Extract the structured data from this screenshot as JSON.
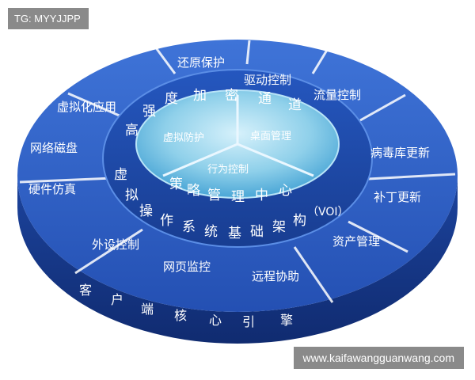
{
  "watermark": "TG: MYYJJPP",
  "url_badge": "www.kaifawangguanwang.com",
  "outer_segments": {
    "restore": "还原保护",
    "driver": "驱动控制",
    "traffic": "流量控制",
    "virus": "病毒库更新",
    "patch": "补丁更新",
    "asset": "资产管理",
    "remote": "远程协助",
    "web": "网页监控",
    "peripheral": "外设控制",
    "hardware": "硬件仿真",
    "netdisk": "网络磁盘",
    "vapp": "虚拟化应用"
  },
  "middle_ring": {
    "top": [
      "高",
      "强",
      "度",
      "加",
      "密",
      "通",
      "道"
    ],
    "policy": [
      "策",
      "略",
      "管",
      "理",
      "中",
      "心"
    ],
    "os": [
      "虚",
      "拟",
      "操",
      "作",
      "系",
      "统",
      "基",
      "础",
      "架",
      "构",
      "（VOI）"
    ]
  },
  "core": {
    "vprotect": "虚拟防护",
    "desktop": "桌面管理",
    "behavior": "行为控制"
  },
  "base_text": [
    "客",
    "户",
    "端",
    "核",
    "心",
    "引",
    "擎"
  ],
  "colors": {
    "outer_top": "#2f5fc4",
    "outer_side": "#1a3f94",
    "middle_ring": "#1e4fb0",
    "core": "#8fd0ea",
    "divider": "#cfe3ff"
  }
}
